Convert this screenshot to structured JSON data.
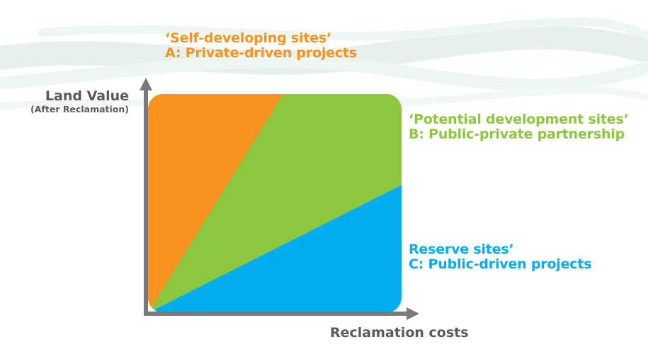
{
  "zones": {
    "a": {
      "title": "‘Self-developing sites’",
      "subtitle": "A: Private-driven projects",
      "color": "#f7931e"
    },
    "b": {
      "title": "‘Potential development sites’",
      "subtitle": "B: Public-private partnership",
      "color": "#8dc63f"
    },
    "c": {
      "title": "Reserve sites’",
      "subtitle": "C: Public-driven projects",
      "color": "#00aeef"
    }
  },
  "axes": {
    "y_label": "Land Value",
    "y_sublabel": "(After Reclamation)",
    "x_label": "Reclamation costs",
    "color": "#7a7a7a"
  }
}
